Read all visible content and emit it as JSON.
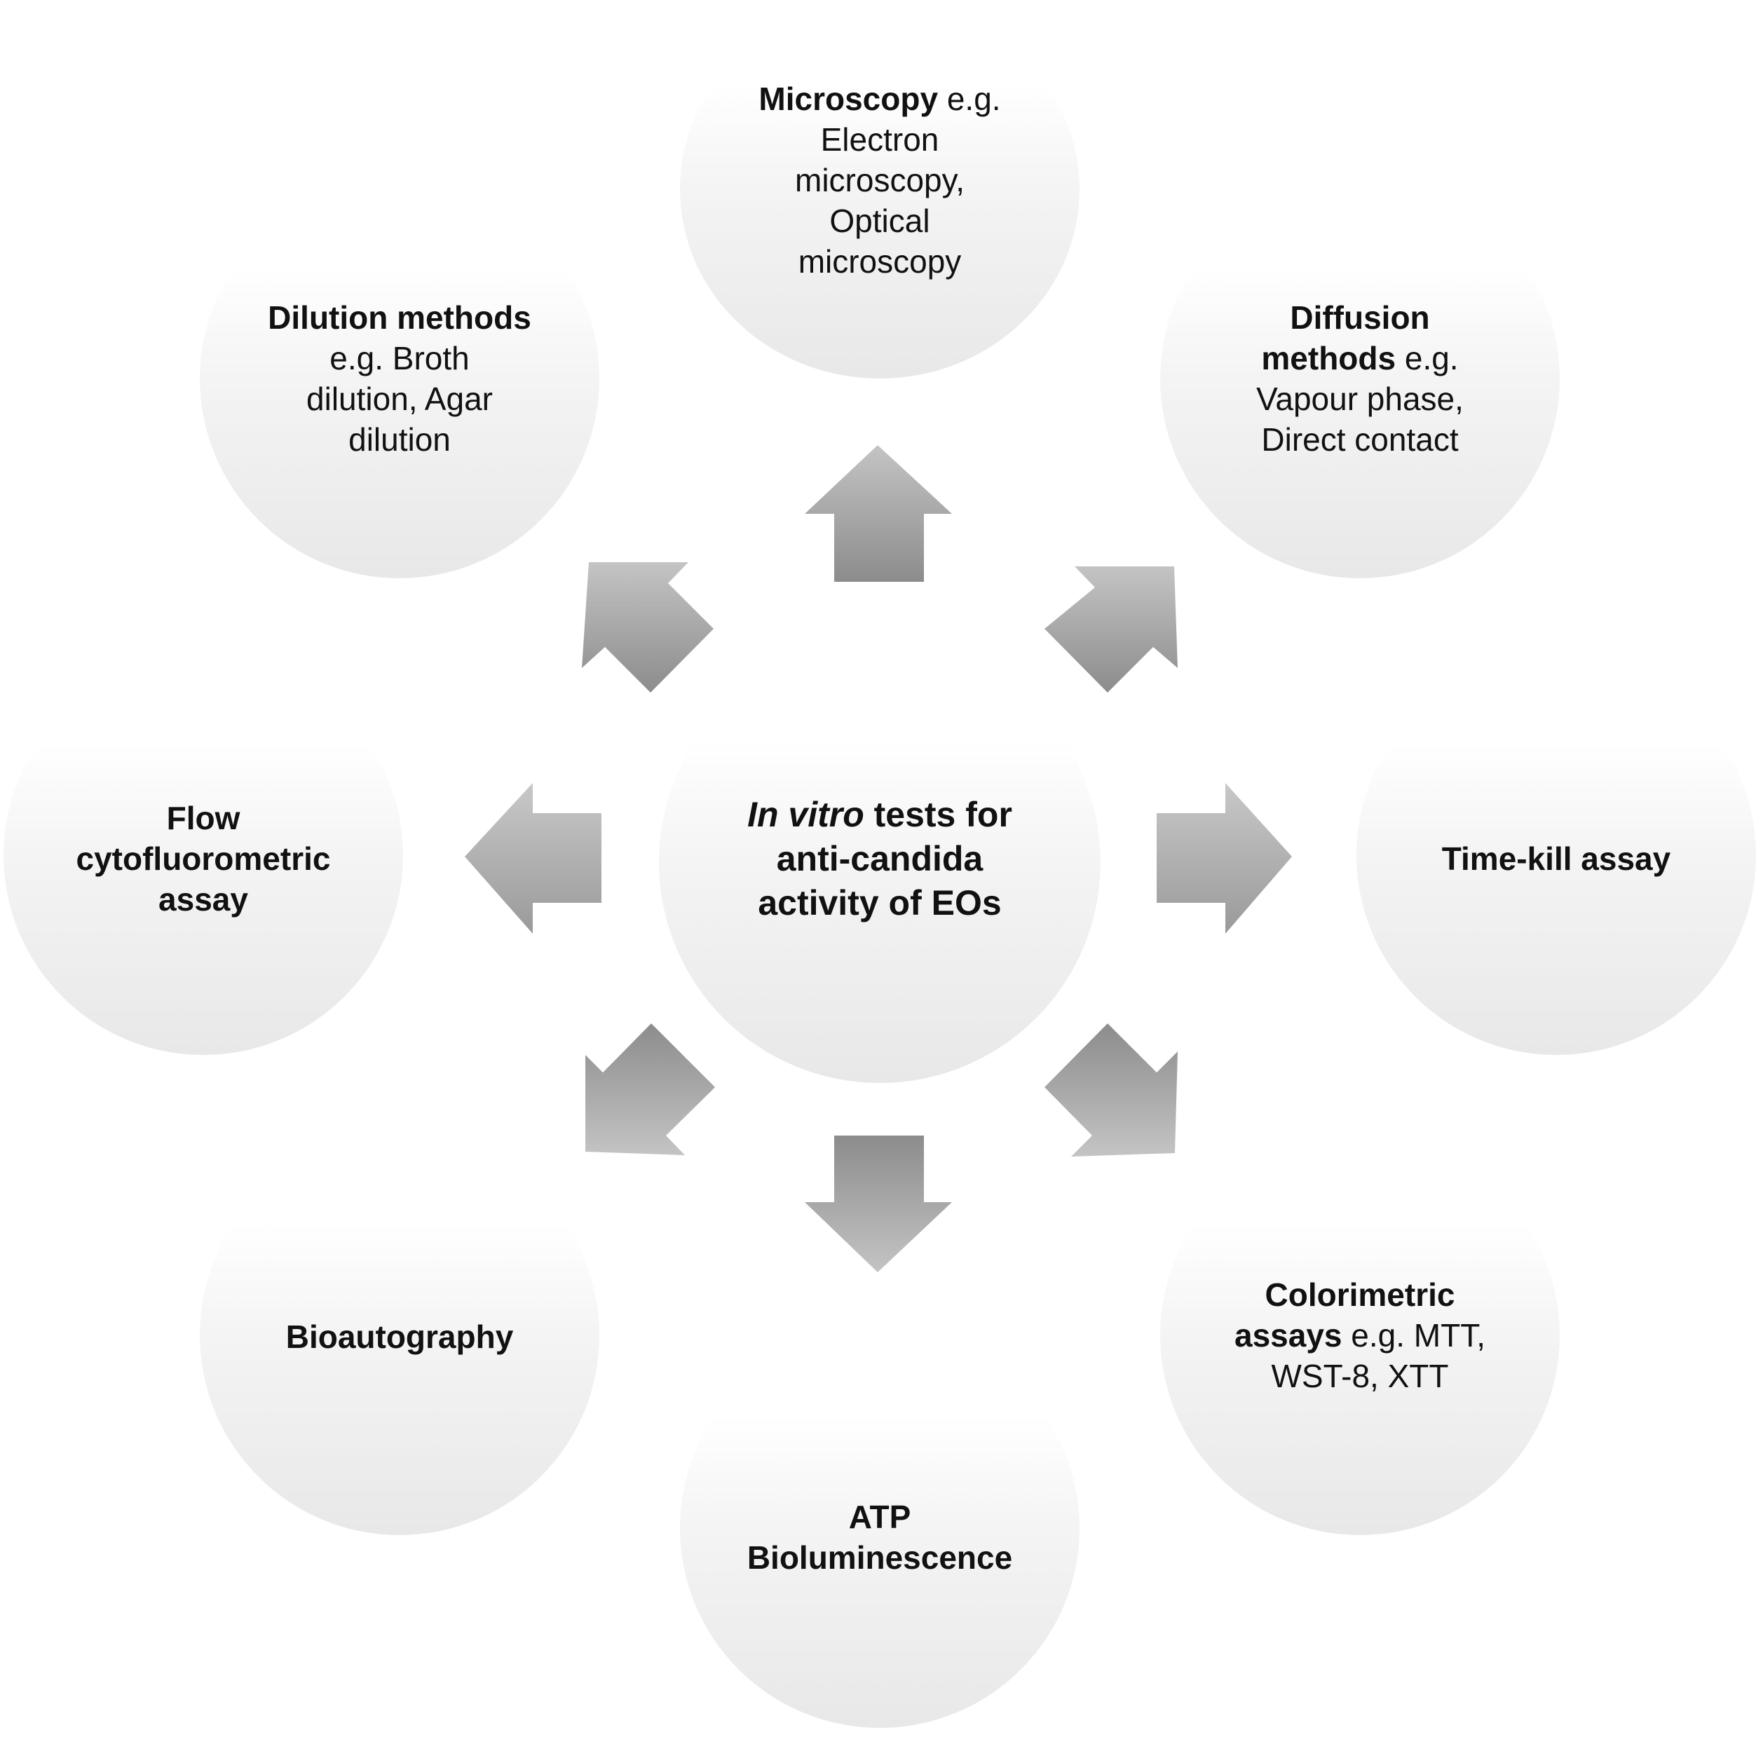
{
  "center": {
    "line1_italic": "In vitro",
    "line1_rest": " tests for",
    "line2": "anti-candida",
    "line3": "activity of EOs"
  },
  "nodes": {
    "microscopy": {
      "bold": "Microscopy",
      "line1_rest": " e.g.",
      "line2": "Electron",
      "line3": "microscopy,",
      "line4": "Optical",
      "line5": "microscopy"
    },
    "diffusion": {
      "line1_bold": "Diffusion",
      "line2_bold": "methods",
      "line2_rest": " e.g.",
      "line3": "Vapour phase,",
      "line4": "Direct contact"
    },
    "dilution": {
      "line1_bold": "Dilution methods",
      "line2": "e.g. Broth",
      "line3": "dilution, Agar",
      "line4": "dilution"
    },
    "flow": {
      "line1": "Flow",
      "line2": "cytofluorometric",
      "line3": "assay"
    },
    "timekill": {
      "line1": "Time-kill assay"
    },
    "bioautography": {
      "line1": "Bioautography"
    },
    "colorimetric": {
      "line1_bold": "Colorimetric",
      "line2_bold": "assays",
      "line2_rest": " e.g. MTT,",
      "line3": "WST-8, XTT"
    },
    "atp": {
      "line1": "ATP",
      "line2": "Bioluminescence"
    }
  },
  "colors": {
    "arrow_light": "#bdbdbd",
    "arrow_dark": "#8a8a8a",
    "circle_bottom": "#e8e8e8"
  }
}
